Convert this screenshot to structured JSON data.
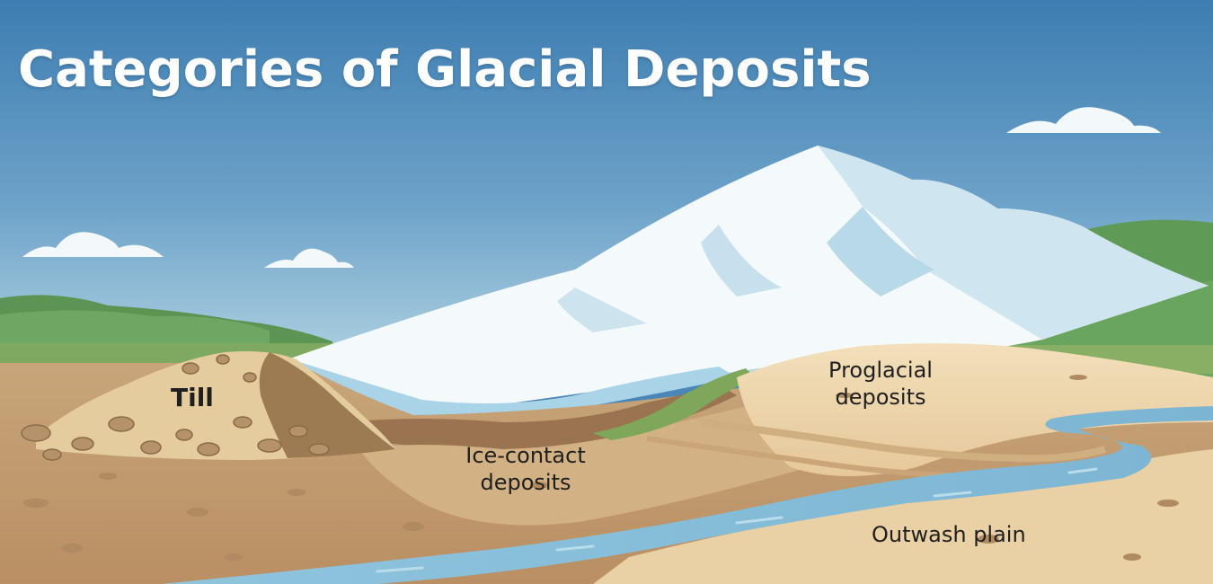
{
  "title": "Categories of Glacial Deposits",
  "labels": {
    "till": "Till",
    "ice_contact": [
      "Ice-contact",
      "deposits"
    ],
    "proglacial": [
      "Proglacial",
      "deposits"
    ],
    "outwash": "Outwash plain"
  },
  "colors": {
    "sky_top": "#3f7fb2",
    "sky_bottom": "#a9cfe0",
    "snow": "#f4f9fb",
    "ice_shadow": "#a9d3e6",
    "hills": "#5f9a56",
    "ground": "#c9a77c",
    "sand": "#efd9b0",
    "river": "#86bcd8"
  }
}
